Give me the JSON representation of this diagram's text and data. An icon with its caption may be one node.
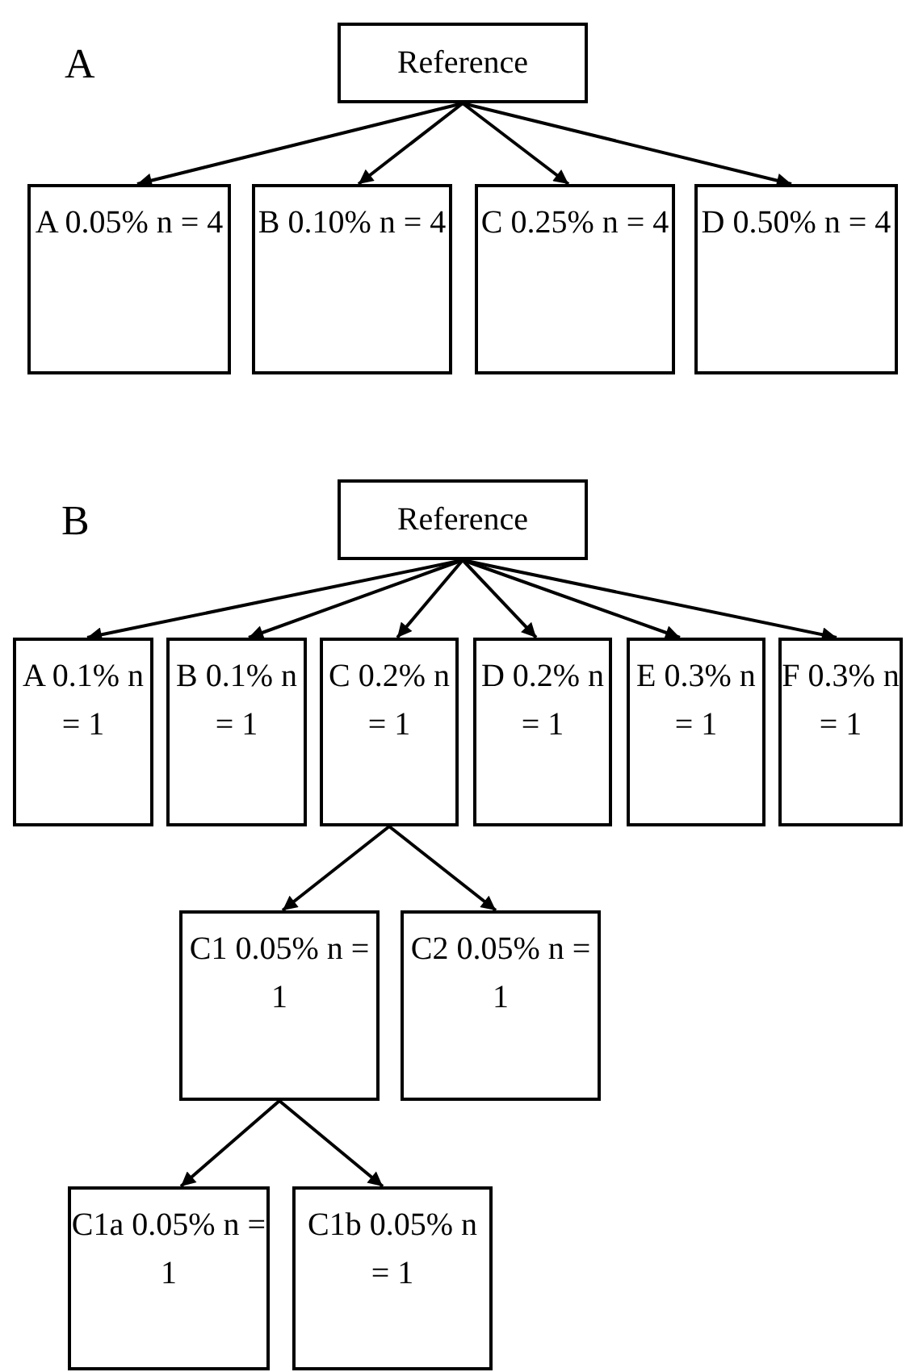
{
  "diagram": {
    "nodes": [
      {
        "text": [
          "Reference"
        ]
      },
      {
        "text": [
          "A 0.05% n = 4"
        ]
      },
      {
        "text": [
          "B 0.10% n = 4"
        ]
      },
      {
        "text": [
          "C 0.25% n = 4"
        ]
      },
      {
        "text": [
          "D 0.50% n = 4"
        ]
      },
      {
        "text": [
          "Reference"
        ]
      },
      {
        "text": [
          "A 0.1% n = 1"
        ]
      },
      {
        "text": [
          "B 0.1% n = 1"
        ]
      },
      {
        "text": [
          "C 0.2% n = 1"
        ]
      },
      {
        "text": [
          "D 0.2% n = 1"
        ]
      },
      {
        "text": [
          "E 0.3% n = 1"
        ]
      },
      {
        "text": [
          "F 0.3% n = 1"
        ]
      },
      {
        "text": [
          "C1 0.05% n = 1"
        ]
      },
      {
        "text": [
          "C2 0.05% n = 1"
        ]
      },
      {
        "text": [
          "C1a 0.05% n = 1"
        ]
      },
      {
        "text": [
          "C1b 0.05% n = 1"
        ]
      }
    ],
    "edges": [
      {
        "from": 0,
        "to": 1,
        "arrow": "to"
      },
      {
        "from": 0,
        "to": 2,
        "arrow": "to"
      },
      {
        "from": 0,
        "to": 3,
        "arrow": "to"
      },
      {
        "from": 0,
        "to": 4,
        "arrow": "to"
      },
      {
        "from": 5,
        "to": 6,
        "arrow": "to"
      },
      {
        "from": 5,
        "to": 7,
        "arrow": "to"
      },
      {
        "from": 5,
        "to": 8,
        "arrow": "to"
      },
      {
        "from": 5,
        "to": 9,
        "arrow": "to"
      },
      {
        "from": 5,
        "to": 10,
        "arrow": "to"
      },
      {
        "from": 5,
        "to": 11,
        "arrow": "to"
      },
      {
        "from": 8,
        "to": 12,
        "arrow": "to"
      },
      {
        "from": 8,
        "to": 13,
        "arrow": "to"
      },
      {
        "from": 12,
        "to": 14,
        "arrow": "to"
      },
      {
        "from": 12,
        "to": 15,
        "arrow": "to"
      }
    ],
    "labels": [
      "A",
      "B"
    ]
  }
}
